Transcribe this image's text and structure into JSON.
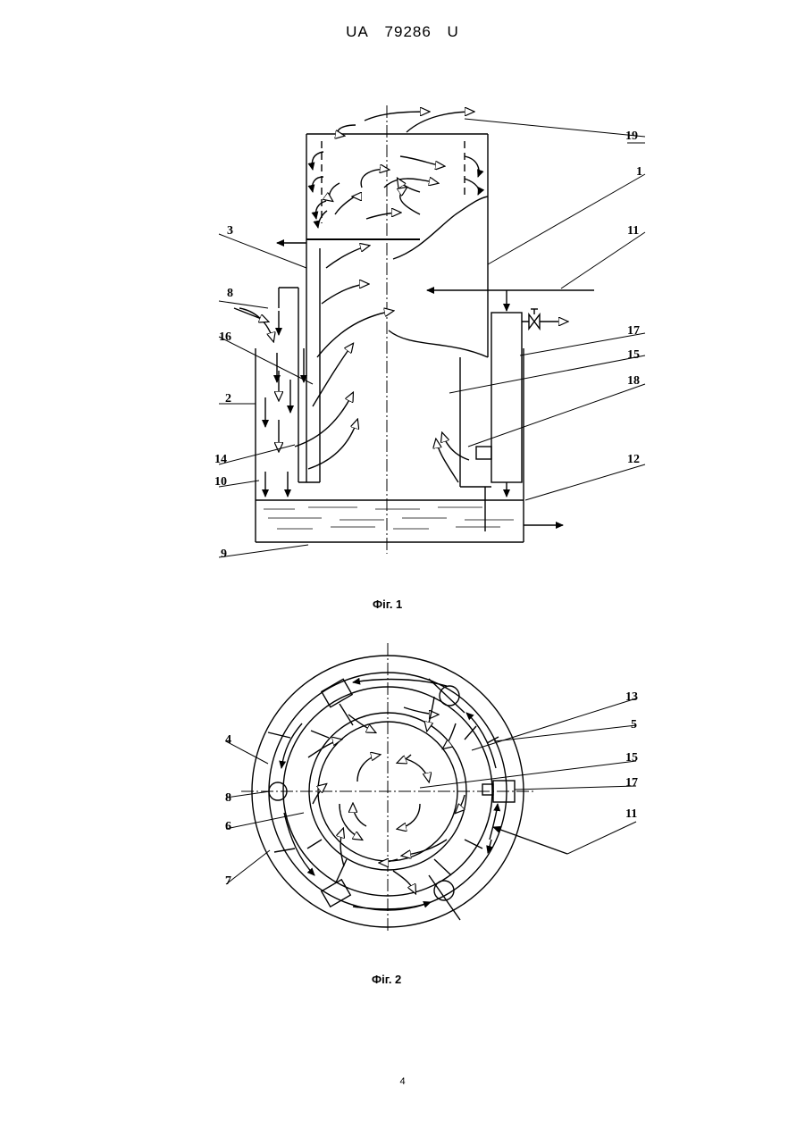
{
  "header": {
    "country": "UA",
    "number": "79286",
    "kind": "U"
  },
  "figure1": {
    "caption": "Фіг. 1",
    "labels": {
      "l19": "19",
      "l1": "1",
      "l3": "3",
      "l11": "11",
      "l8": "8",
      "l17": "17",
      "l16": "16",
      "l15": "15",
      "l18": "18",
      "l2": "2",
      "l14": "14",
      "l12": "12",
      "l10": "10",
      "l9": "9"
    }
  },
  "figure2": {
    "caption": "Фіг. 2",
    "labels": {
      "l13": "13",
      "l4": "4",
      "l5": "5",
      "l15": "15",
      "l8": "8",
      "l17": "17",
      "l6": "6",
      "l11": "11",
      "l7": "7"
    }
  },
  "page_number": "4"
}
